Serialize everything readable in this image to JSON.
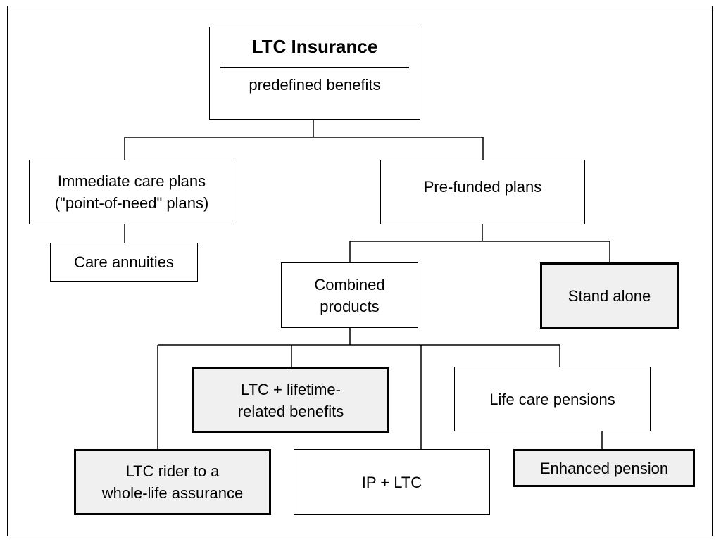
{
  "diagram": {
    "root": {
      "title": "LTC Insurance",
      "subtitle": "predefined benefits"
    },
    "immediate": {
      "line1": "Immediate care plans",
      "line2": "(\"point-of-need\" plans)"
    },
    "annuities": {
      "label": "Care annuities"
    },
    "prefunded": {
      "label": "Pre-funded plans"
    },
    "combined": {
      "line1": "Combined",
      "line2": "products"
    },
    "standalone": {
      "label": "Stand alone"
    },
    "lifetime": {
      "line1": "LTC  +  lifetime-",
      "line2": "related benefits"
    },
    "lifecare": {
      "label": "Life care pensions"
    },
    "rider": {
      "line1": "LTC rider to a",
      "line2": "whole-life assurance"
    },
    "iplt": {
      "label": "IP  +  LTC"
    },
    "enhanced": {
      "label": "Enhanced pension"
    },
    "colors": {
      "line": "#000000",
      "highlight_fill": "#f0f0f0",
      "background": "#ffffff"
    }
  }
}
